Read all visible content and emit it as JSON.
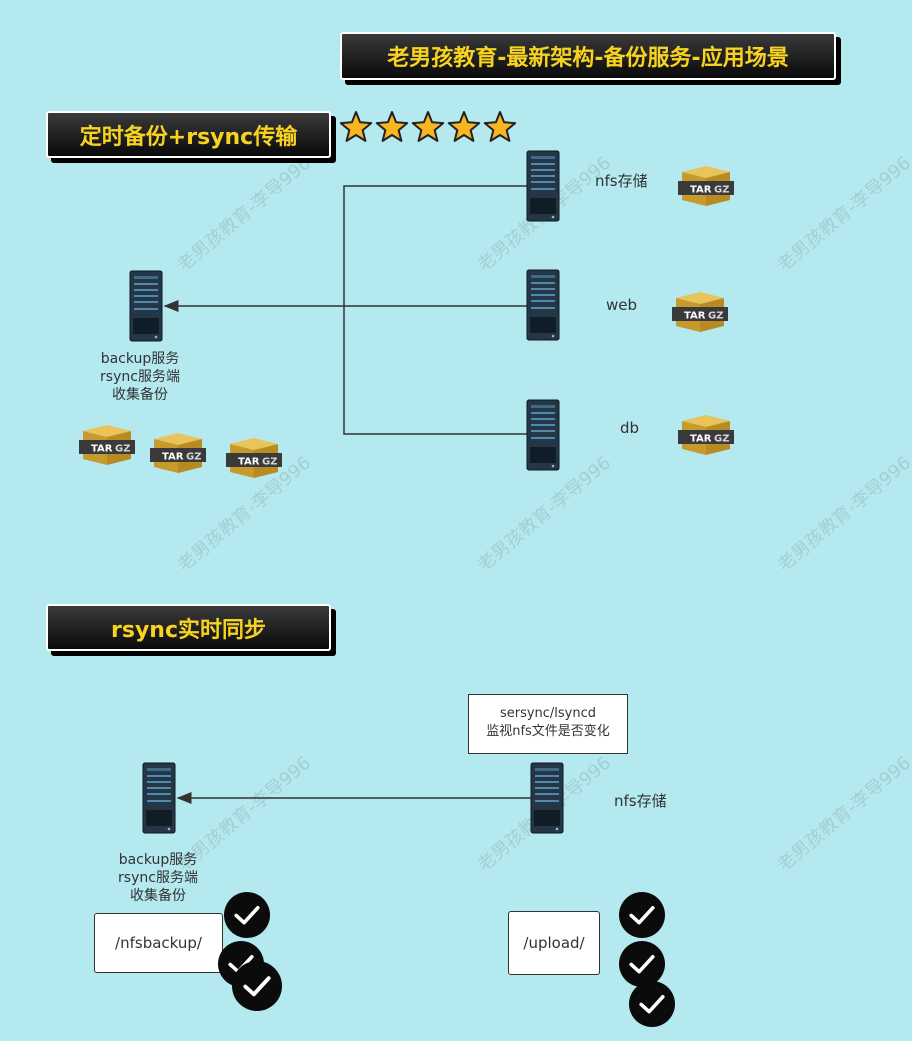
{
  "title": "老男孩教育-最新架构-备份服务-应用场景",
  "section1": {
    "banner": "定时备份+rsync传输",
    "stars": 5,
    "backup_lines": [
      "backup服务",
      "rsync服务端",
      "收集备份"
    ],
    "servers": [
      {
        "label": "nfs存储"
      },
      {
        "label": "web"
      },
      {
        "label": "db"
      }
    ],
    "archive_tag_left": "TAR",
    "archive_tag_right": "GZ"
  },
  "section2": {
    "banner": "rsync实时同步",
    "note_lines": [
      "sersync/lsyncd",
      "监视nfs文件是否变化"
    ],
    "nfs_label": "nfs存储",
    "backup_lines": [
      "backup服务",
      "rsync服务端",
      "收集备份"
    ],
    "nfsbackup_dir": "/nfsbackup/",
    "upload_dir": "/upload/"
  },
  "watermark": "老男孩教育-李导996"
}
